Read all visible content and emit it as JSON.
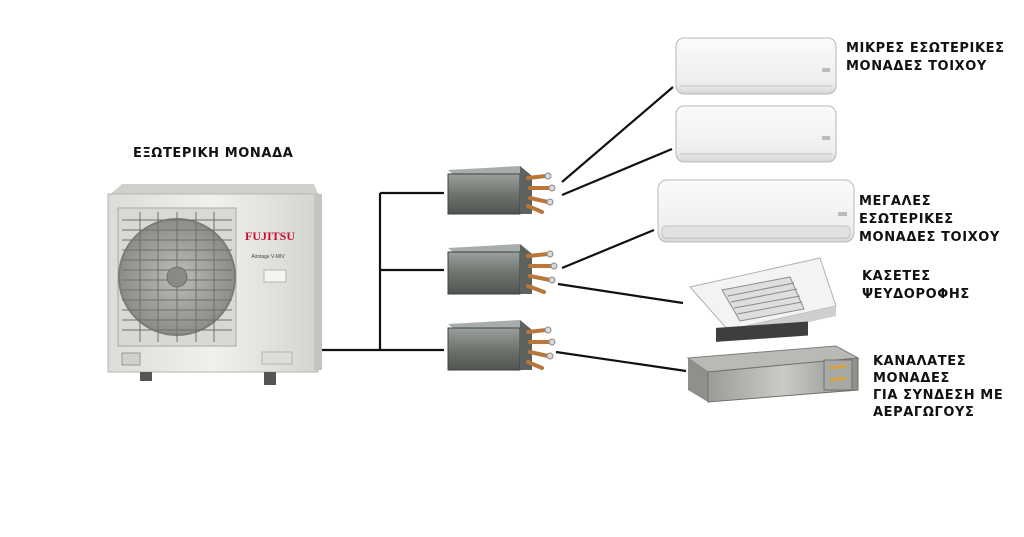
{
  "labels": {
    "outdoor_unit": "ΕΞΩΤΕΡΙΚΗ ΜΟΝΑΔΑ",
    "small_wall_units": [
      "ΜΙΚΡΕΣ ΕΣΩΤΕΡΙΚΕΣ",
      "ΜΟΝΑΔΕΣ ΤΟΙΧΟΥ"
    ],
    "large_wall_units": [
      "ΜΕΓΑΛΕΣ",
      "ΕΣΩΤΕΡΙΚΕΣ",
      "ΜΟΝΑΔΕΣ ΤΟΙΧΟΥ"
    ],
    "cassette_units": [
      "ΚΑΣΕΤΕΣ",
      "ΨΕΥΔΟΡΟΦΗΣ"
    ],
    "duct_units": [
      "ΚΑΝΑΛΑΤΕΣ",
      "ΜΟΝΑΔΕΣ",
      "ΓΙΑ ΣΥΝΔΕΣΗ ΜΕ",
      "ΑΕΡΑΓΩΓΟΥΣ"
    ]
  },
  "brand": {
    "logo_text": "FUJITSU",
    "logo_color": "#c8102e",
    "badge_text": "Airstage V-MIV"
  },
  "colors": {
    "line": "#111111",
    "unit_body": "#e9e9e6",
    "branch_box": "#6f7570",
    "copper": "#b8763a"
  }
}
